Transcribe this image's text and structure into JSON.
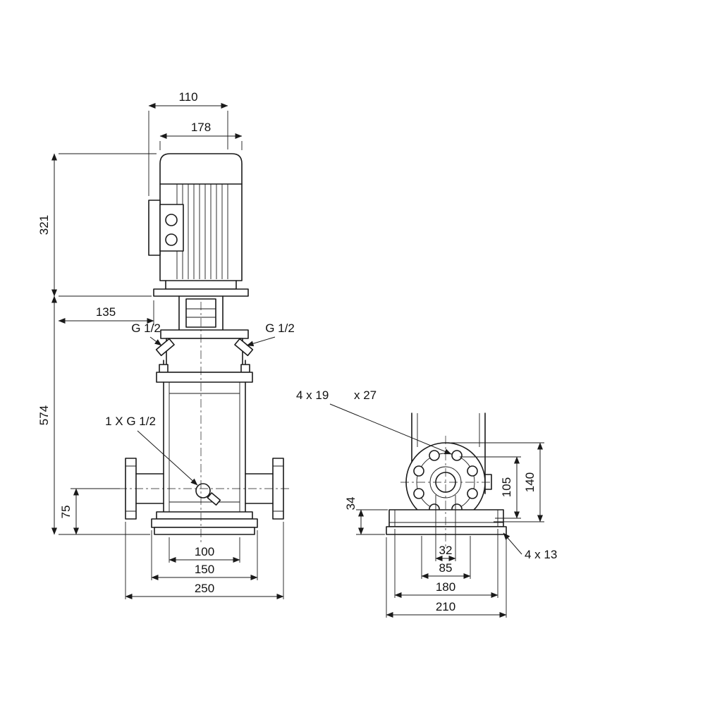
{
  "colors": {
    "background": "#ffffff",
    "line": "#1a1a1a"
  },
  "front": {
    "dim_110": "110",
    "dim_178": "178",
    "dim_321": "321",
    "dim_135": "135",
    "dim_574": "574",
    "dim_75": "75",
    "dim_100": "100",
    "dim_150": "150",
    "dim_250": "250",
    "label_port_left": "G 1/2",
    "label_port_right": "G 1/2",
    "label_drain": "1 X G 1/2"
  },
  "side": {
    "label_flange_holes": "4 x 19",
    "label_flange_holes_2": "x 27",
    "dim_105": "105",
    "dim_140": "140",
    "dim_34": "34",
    "dim_32": "32",
    "dim_85": "85",
    "dim_180": "180",
    "dim_210": "210",
    "label_base_holes": "4 x 13"
  }
}
